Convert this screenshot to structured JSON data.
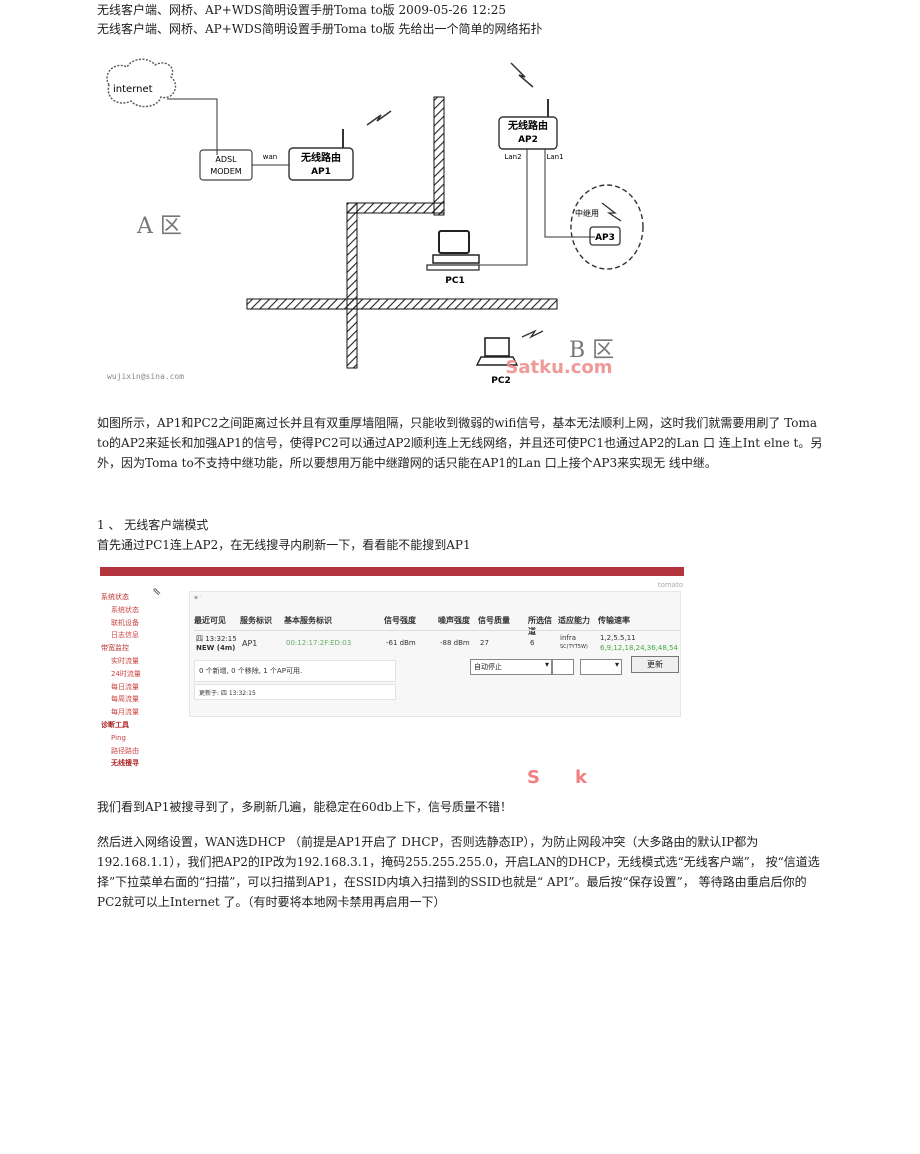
{
  "header": {
    "line1": "无线客户端、网桥、AP+WDS简明设置手册Toma to版 2009-05-26 12:25",
    "line2": "无线客户端、网桥、AP+WDS简明设置手册Toma to版 先给出一个简单的网络拓扑"
  },
  "topology": {
    "internet": "internet",
    "adsl_line1": "ADSL",
    "adsl_line2": "MODEM",
    "wan": "wan",
    "ap1_line1": "无线路由",
    "ap1_line2": "AP1",
    "ap2_line1": "无线路由",
    "ap2_line2": "AP2",
    "lan2": "Lan2",
    "lan1": "Lan1",
    "relay": "中继用",
    "ap3": "AP3",
    "pc1": "PC1",
    "pc2": "PC2",
    "zone_a": "A 区",
    "zone_b": "B 区",
    "credit": "wujixin@sina.com",
    "watermark": "Satku.com"
  },
  "paragraph1": "如图所示，AP1和PC2之间距离过长并且有双重厚墙阻隔，只能收到微弱的wifi信号，基本无法顺利上网，这时我们就需要用刷了 Toma to的AP2来延长和加强AP1的信号，使得PC2可以通过AP2顺利连上无线网络，并且还可使PC1也通过AP2的Lan 口 连上Int elne t。另外，因为Toma to不支持中继功能，所以要想用万能中继蹭网的话只能在AP1的Lan 口上接个AP3来实现无 线中继。",
  "section1_title": "1 、 无线客户端模式",
  "section1_intro": "首先通过PC1连上AP2，在无线搜寻内刷新一下，看看能不能搜到AP1",
  "screenshot": {
    "brand": "tomato",
    "sidebar": [
      {
        "label": "系统状态",
        "kind": "heading"
      },
      {
        "label": "系统状态",
        "kind": "item"
      },
      {
        "label": "联机设备",
        "kind": "item"
      },
      {
        "label": "日志信息",
        "kind": "item"
      },
      {
        "label": "带宽监控",
        "kind": "heading"
      },
      {
        "label": "实时流量",
        "kind": "item"
      },
      {
        "label": "24时流量",
        "kind": "item"
      },
      {
        "label": "每日流量",
        "kind": "item"
      },
      {
        "label": "每周流量",
        "kind": "item"
      },
      {
        "label": "每月流量",
        "kind": "item"
      },
      {
        "label": "诊断工具",
        "kind": "heading-bold"
      },
      {
        "label": "Ping",
        "kind": "item"
      },
      {
        "label": "路径路由",
        "kind": "item"
      },
      {
        "label": "无线搜寻",
        "kind": "item-bold"
      }
    ],
    "table_headers": [
      "最近可见",
      "服务标识",
      "基本服务标识",
      "信号强度",
      "噪声强度",
      "信号质量",
      "所选信道",
      "适应能力",
      "传输速率"
    ],
    "row": {
      "last_seen": "四 13:32:15",
      "new_tag": "NEW (4m)",
      "ssid": "AP1",
      "bssid": "00:12:17:2F:ED:03",
      "signal": "-61 dBm",
      "noise": "-88 dBm",
      "quality": "27",
      "channel": "6",
      "cap_line1": "infra",
      "cap_line2": "SC(TYT5W)",
      "rates_line1": "1,2,5.5,11",
      "rates_line2": "6,9,12,18,24,36,48,54"
    },
    "summary": "0 个新增, 0 个移除, 1 个AP可用.",
    "updated": "更新于: 四 13:32:15",
    "select_value": "自动停止",
    "refresh_button": "更新",
    "watermark_s": "S",
    "watermark_k": "k"
  },
  "paragraph2": "我们看到AP1被搜寻到了，多刷新几遍，能稳定在60db上下，信号质量不错！",
  "paragraph3": "然后进入网络设置，WAN选DHCP （前提是AP1开启了 DHCP，否则选静态IP），为防止网段冲突（大多路由的默认IP都为192.168.1.1），我们把AP2的IP改为192.168.3.1，掩码255.255.255.0，开启LAN的DHCP，无线模式选“无线客户端”， 按“信道选择”下拉菜单右面的“扫描”，可以扫描到AP1，在SSID内填入扫描到的SSID也就是“ API”。最后按“保存设置”， 等待路由重启后你的PC2就可以上Internet 了。（有时要将本地网卡禁用再启用一下）"
}
